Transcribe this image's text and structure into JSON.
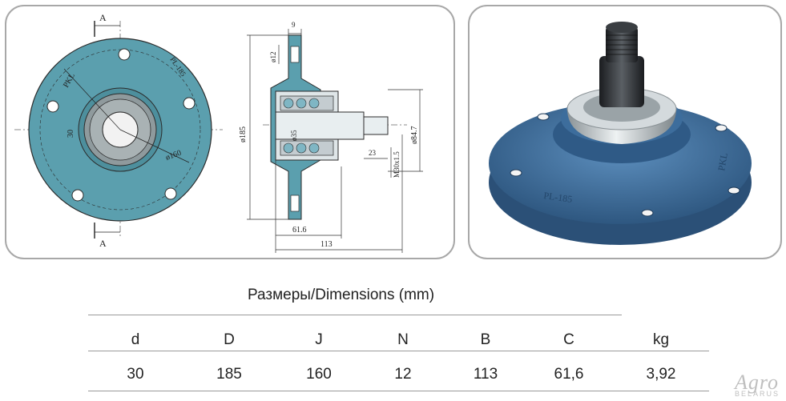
{
  "drawing": {
    "section_marker": "A",
    "flange_marks": [
      "PKL",
      "PL-185"
    ],
    "front_labels": {
      "bore": "30",
      "bolt_circle": "ø160"
    },
    "side_labels": {
      "top_width": "9",
      "hole": "ø12",
      "outer_diameter": "ø185",
      "inner_bore": "ø35",
      "thread": "M30x1.5",
      "stub_length": "23",
      "stub_diameter": "ø84.7",
      "body_length": "61.6",
      "total_length": "113"
    }
  },
  "photo": {
    "flange_marks": [
      "PKL",
      "PL-185"
    ],
    "colors": {
      "flange": "#3f6f9e",
      "metal": "#b9c0c4",
      "shaft": "#2a2d31"
    }
  },
  "table": {
    "title": "Размеры/Dimensions (mm)",
    "headers": [
      "d",
      "D",
      "J",
      "N",
      "B",
      "C",
      "kg"
    ],
    "values": [
      "30",
      "185",
      "160",
      "12",
      "113",
      "61,6",
      "3,92"
    ]
  },
  "logo": {
    "main": "Agro",
    "sub": "BELARUS"
  },
  "colors": {
    "flange_drawing": "#5b9fae",
    "border": "#a8a8a8"
  }
}
